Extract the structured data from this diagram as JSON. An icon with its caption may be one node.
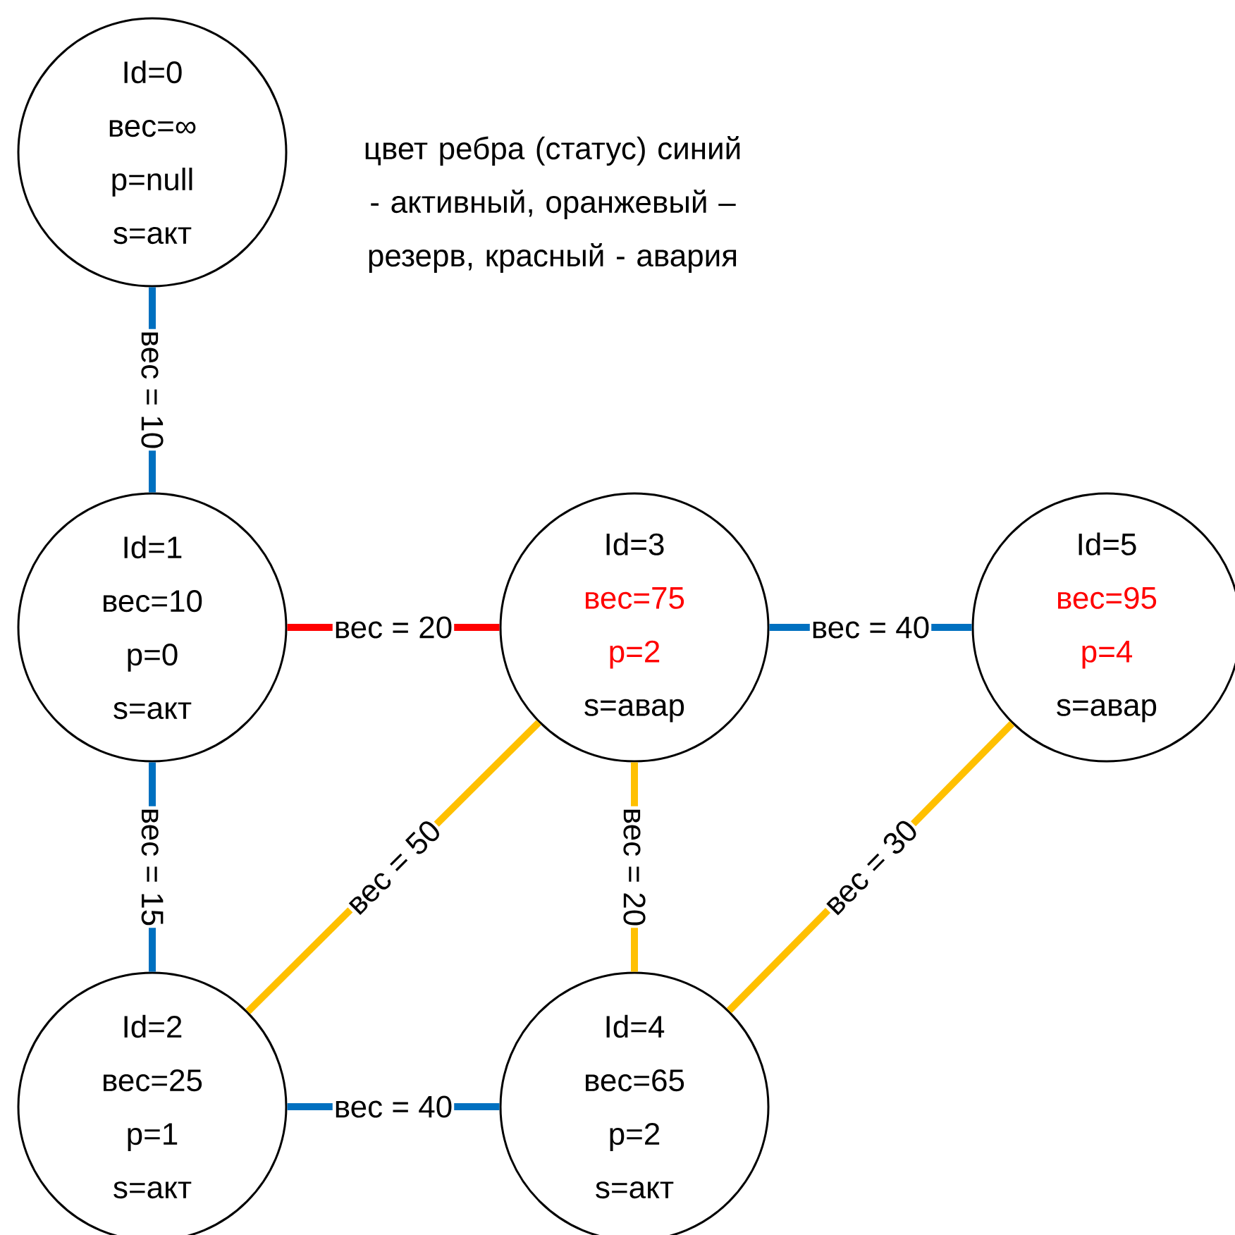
{
  "diagram": {
    "nodes": [
      {
        "text": [
          "Id=0",
          "вес=∞",
          "p=null",
          "s=акт"
        ]
      },
      {
        "text": [
          "Id=1",
          "вес=10",
          "p=0",
          "s=акт"
        ]
      },
      {
        "text": [
          "Id=3",
          "вес=75",
          "p=2",
          "s=авар"
        ]
      },
      {
        "text": [
          "Id=5",
          "вес=95",
          "p=4",
          "s=авар"
        ]
      },
      {
        "text": [
          "Id=2",
          "вес=25",
          "p=1",
          "s=акт"
        ]
      },
      {
        "text": [
          "Id=4",
          "вес=65",
          "p=2",
          "s=акт"
        ]
      }
    ],
    "edges": [
      {
        "from": 0,
        "to": 1,
        "arrow": "none",
        "label": "вес = 10"
      },
      {
        "from": 1,
        "to": 2,
        "arrow": "none",
        "label": "вес = 20",
        "color": "#ff0000"
      },
      {
        "from": 2,
        "to": 3,
        "arrow": "none",
        "label": "вес = 40"
      },
      {
        "from": 1,
        "to": 4,
        "arrow": "none",
        "label": "вес = 15"
      },
      {
        "from": 4,
        "to": 2,
        "arrow": "none",
        "label": "вес = 50",
        "color": "#ffc000"
      },
      {
        "from": 2,
        "to": 5,
        "arrow": "none",
        "label": "вес = 20",
        "color": "#ffc000"
      },
      {
        "from": 5,
        "to": 3,
        "arrow": "none",
        "label": "вес = 30",
        "color": "#ffc000"
      },
      {
        "from": 4,
        "to": 5,
        "arrow": "none",
        "label": "вес = 40"
      }
    ],
    "labels": [
      "цвет ребра (статус) синий - активный, оранжевый – резерв, красный - авария"
    ]
  }
}
